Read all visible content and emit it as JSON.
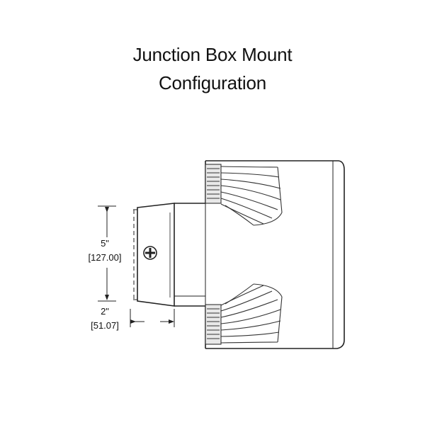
{
  "title": {
    "line1": "Junction Box Mount",
    "line2": "Configuration"
  },
  "dimensions": {
    "height": {
      "imperial": "5\"",
      "metric": "[127.00]"
    },
    "depth": {
      "imperial": "2\"",
      "metric": "[51.07]"
    }
  },
  "colors": {
    "line": "#222222",
    "background": "#ffffff"
  },
  "icons": {
    "mount_screw": "screw-icon"
  }
}
